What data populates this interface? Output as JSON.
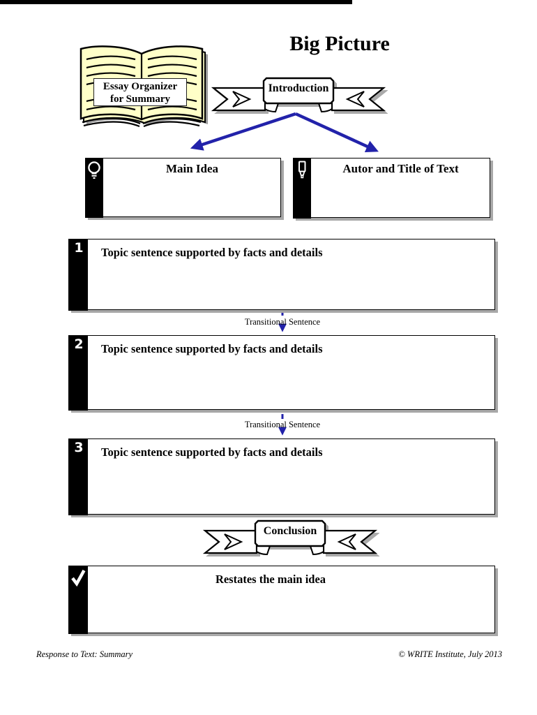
{
  "page": {
    "title": "Big Picture"
  },
  "book": {
    "label": "Essay Organizer\nfor Summary"
  },
  "banners": {
    "introduction": "Introduction",
    "conclusion": "Conclusion"
  },
  "idea_boxes": [
    {
      "icon": "lightbulb-icon",
      "label": "Main Idea"
    },
    {
      "icon": "pen-icon",
      "label": "Autor and Title of Text"
    }
  ],
  "numbered_boxes": [
    {
      "number": "1",
      "label": "Topic sentence supported by facts and details"
    },
    {
      "number": "2",
      "label": "Topic sentence supported by facts and details"
    },
    {
      "number": "3",
      "label": "Topic sentence supported by facts and details"
    }
  ],
  "transitions": [
    {
      "label": "Transitional Sentence"
    },
    {
      "label": "Transitional Sentence"
    }
  ],
  "conclusion_box": {
    "icon": "check-icon",
    "label": "Restates the main idea"
  },
  "footer": {
    "left": "Response to Text: Summary",
    "right": "© WRITE Institute, July 2013"
  },
  "colors": {
    "arrow_blue": "#2222AA",
    "book_yellow": "#FFFFC8",
    "shadow_gray": "#A8A8A8",
    "bar_black": "#000000"
  }
}
